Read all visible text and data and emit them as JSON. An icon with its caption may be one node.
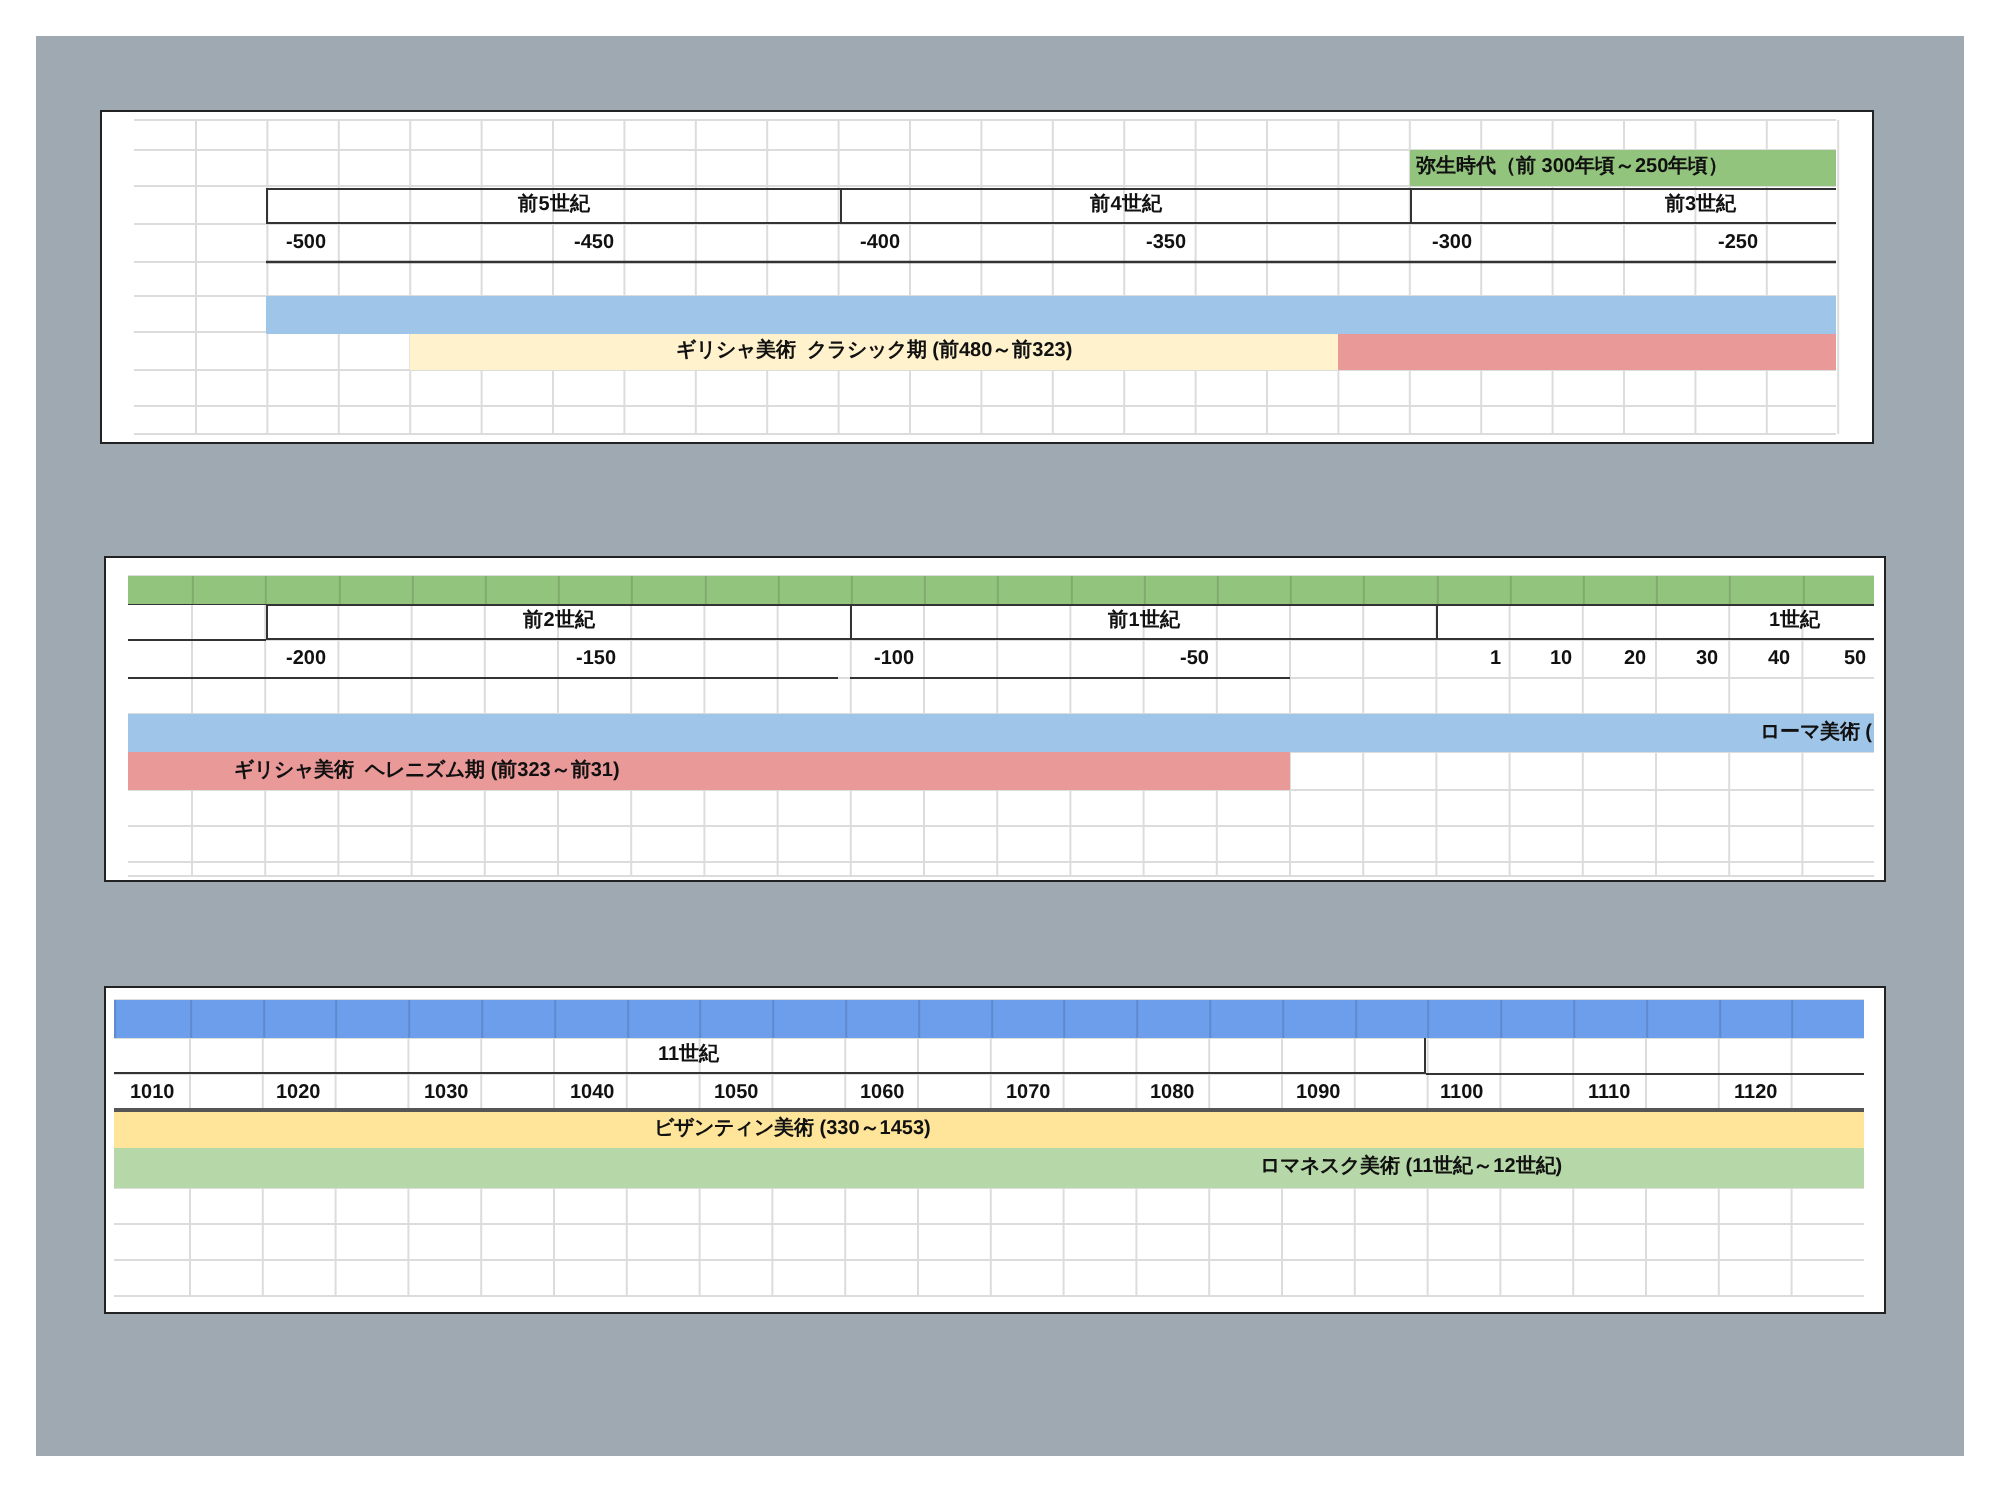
{
  "diagram": {
    "nodes": [
      {
        "text": [
          "弥生時代（前 300年頃～250年頃）"
        ]
      },
      {
        "text": [],
        "shape": "bar"
      },
      {
        "text": [
          "ギリシャ美術  クラシック期 (前480～前323)"
        ]
      },
      {
        "text": [],
        "shape": "bar"
      },
      {
        "text": [],
        "shape": "bar"
      },
      {
        "text": [
          "ローマ美術 ("
        ]
      },
      {
        "text": [
          "ギリシャ美術  ヘレニズム期 (前323～前31)"
        ]
      },
      {
        "text": [],
        "shape": "bar"
      },
      {
        "text": [
          "ビザンティン美術 (330～1453)"
        ]
      },
      {
        "text": [
          "ロマネスク美術 (11世紀～12世紀)"
        ]
      }
    ],
    "labels": [
      "前5世紀",
      "前4世紀",
      "前3世紀",
      "-500",
      "-450",
      "-400",
      "-350",
      "-300",
      "-250",
      "前2世紀",
      "前1世紀",
      "1世紀",
      "-200",
      "-150",
      "-100",
      "-50",
      "1",
      "10",
      "20",
      "30",
      "40",
      "50",
      "11世紀",
      "1010",
      "1020",
      "1030",
      "1040",
      "1050",
      "1060",
      "1070",
      "1080",
      "1090",
      "1100",
      "1110",
      "1120"
    ]
  }
}
